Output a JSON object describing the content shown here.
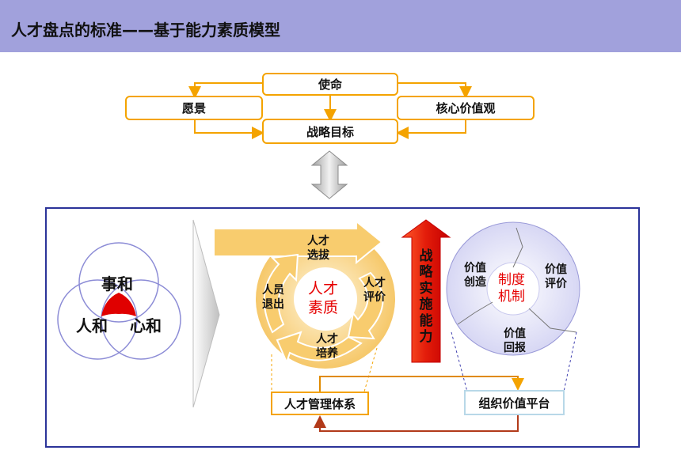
{
  "header": {
    "title": "人才盘点的标准——基于能力素质模型"
  },
  "top_boxes": {
    "mission": "使命",
    "vision": "愿景",
    "core_values": "核心价值观",
    "strategic_goals": "战略目标"
  },
  "talent_cycle": {
    "center": "人才\n素质",
    "selection": "人才\n选拔",
    "evaluation": "人才\n评价",
    "training": "人才\n培养",
    "exit": "人员\n退出"
  },
  "harmony": {
    "top": "事和",
    "left": "人和",
    "right": "心和"
  },
  "strategy_arrow": "战略实施能力",
  "mechanism_cycle": {
    "center": "制度\n机制",
    "value_creation": "价值\n创造",
    "value_evaluation": "价值\n评价",
    "value_return": "价值\n回报"
  },
  "bottom_boxes": {
    "talent_system": "人才管理体系",
    "value_platform": "组织价值平台"
  },
  "colors": {
    "orange": "#f4a300",
    "red": "#e60000",
    "navy": "#2b3399",
    "header": "#a1a1dc"
  }
}
